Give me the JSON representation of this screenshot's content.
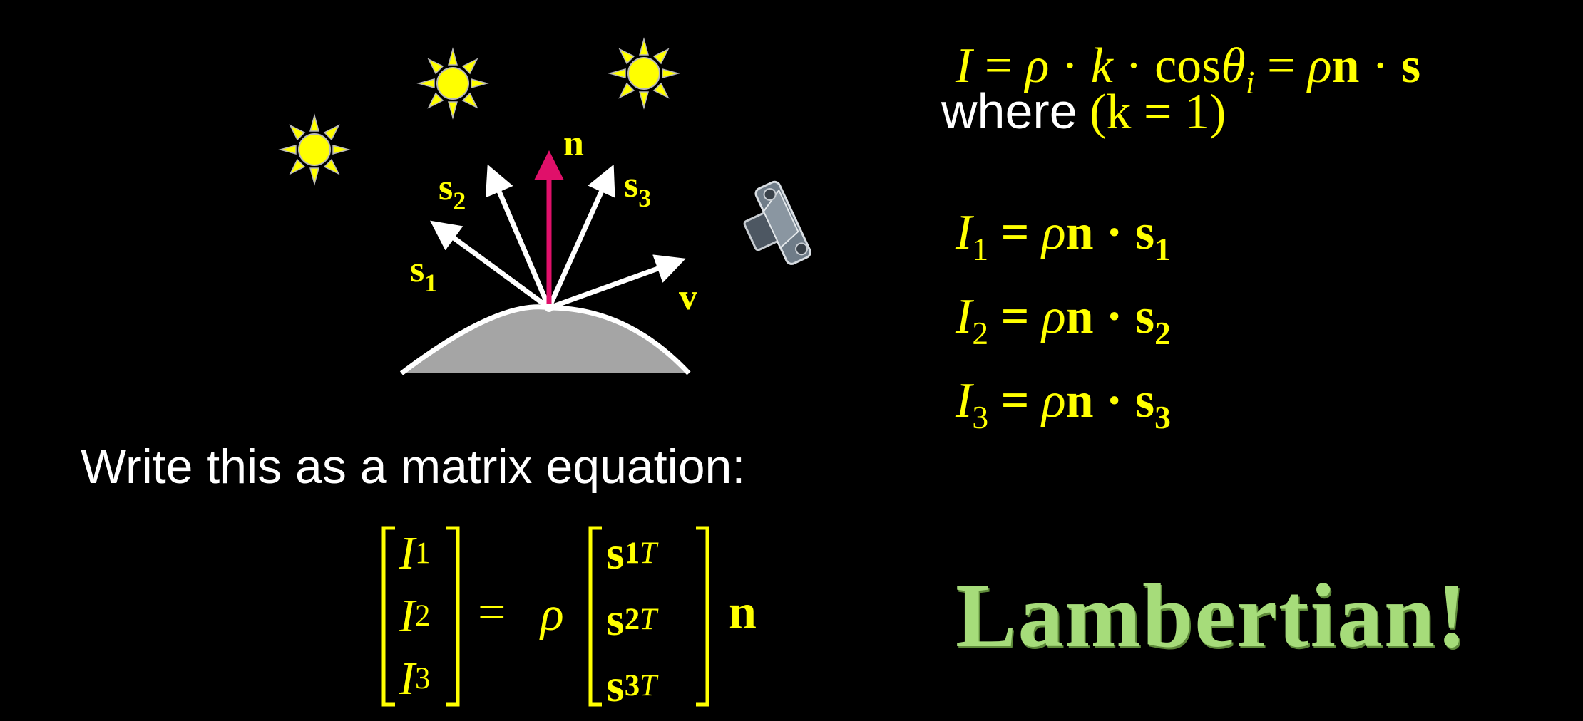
{
  "diagram": {
    "vector_labels": {
      "n": "n",
      "s1_base": "s",
      "s1_sub": "1",
      "s2_base": "s",
      "s2_sub": "2",
      "s3_base": "s",
      "s3_sub": "3",
      "v": "v"
    },
    "colors": {
      "normal": "#e0106a",
      "light": "#ffffff",
      "surface": "#a5a5a5",
      "sun": "#ffff00",
      "label": "#ffff00"
    },
    "icons": [
      "sun-icon",
      "sun-icon",
      "sun-icon",
      "camera-icon"
    ]
  },
  "intensity_equation": {
    "lhs": "I",
    "eq1": "=",
    "rho": "ρ",
    "dot1": "·",
    "k": "k",
    "dot2": "·",
    "cos": "cos",
    "theta": "θ",
    "theta_sub": "i",
    "eq2": "=",
    "rho2": "ρ",
    "n": "n",
    "dot3": "·",
    "s": "s"
  },
  "where_clause": {
    "word": "where",
    "condition": "(k = 1)"
  },
  "light_equations": [
    {
      "I": "I",
      "sub": "1",
      "eq": "=",
      "rho": "ρ",
      "n": "n",
      "dot": "·",
      "s": "s",
      "s_sub": "1"
    },
    {
      "I": "I",
      "sub": "2",
      "eq": "=",
      "rho": "ρ",
      "n": "n",
      "dot": "·",
      "s": "s",
      "s_sub": "2"
    },
    {
      "I": "I",
      "sub": "3",
      "eq": "=",
      "rho": "ρ",
      "n": "n",
      "dot": "·",
      "s": "s",
      "s_sub": "3"
    }
  ],
  "matrix_instruction": "Write this as a matrix equation:",
  "matrix_equation": {
    "lhs": [
      {
        "I": "I",
        "sub": "1"
      },
      {
        "I": "I",
        "sub": "2"
      },
      {
        "I": "I",
        "sub": "3"
      }
    ],
    "eq": "=",
    "rho": "ρ",
    "rhs": [
      {
        "s": "s",
        "sub": "1",
        "sup": "T"
      },
      {
        "s": "s",
        "sub": "2",
        "sup": "T"
      },
      {
        "s": "s",
        "sub": "3",
        "sup": "T"
      }
    ],
    "n": "n"
  },
  "conclusion": "Lambertian!"
}
